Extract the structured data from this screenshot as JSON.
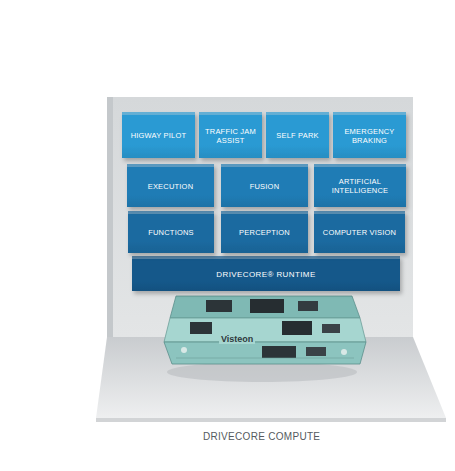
{
  "diagram": {
    "caption": "DRIVECORE COMPUTE",
    "nodes": [
      {
        "text": [
          "HIGWAY PILOT"
        ]
      },
      {
        "text": [
          "TRAFFIC JAM ASSIST"
        ]
      },
      {
        "text": [
          "SELF PARK"
        ]
      },
      {
        "text": [
          "EMERGENCY BRAKING"
        ]
      },
      {
        "text": [
          "EXECUTION"
        ]
      },
      {
        "text": [
          "FUSION"
        ]
      },
      {
        "text": [
          "ARTIFICIAL INTELLIGENCE"
        ]
      },
      {
        "text": [
          "FUNCTIONS"
        ]
      },
      {
        "text": [
          "PERCEPTION"
        ]
      },
      {
        "text": [
          "COMPUTER VISION"
        ]
      },
      {
        "text": [
          "DRIVECORE® RUNTIME"
        ]
      }
    ],
    "labels": [
      "Visteon"
    ]
  }
}
